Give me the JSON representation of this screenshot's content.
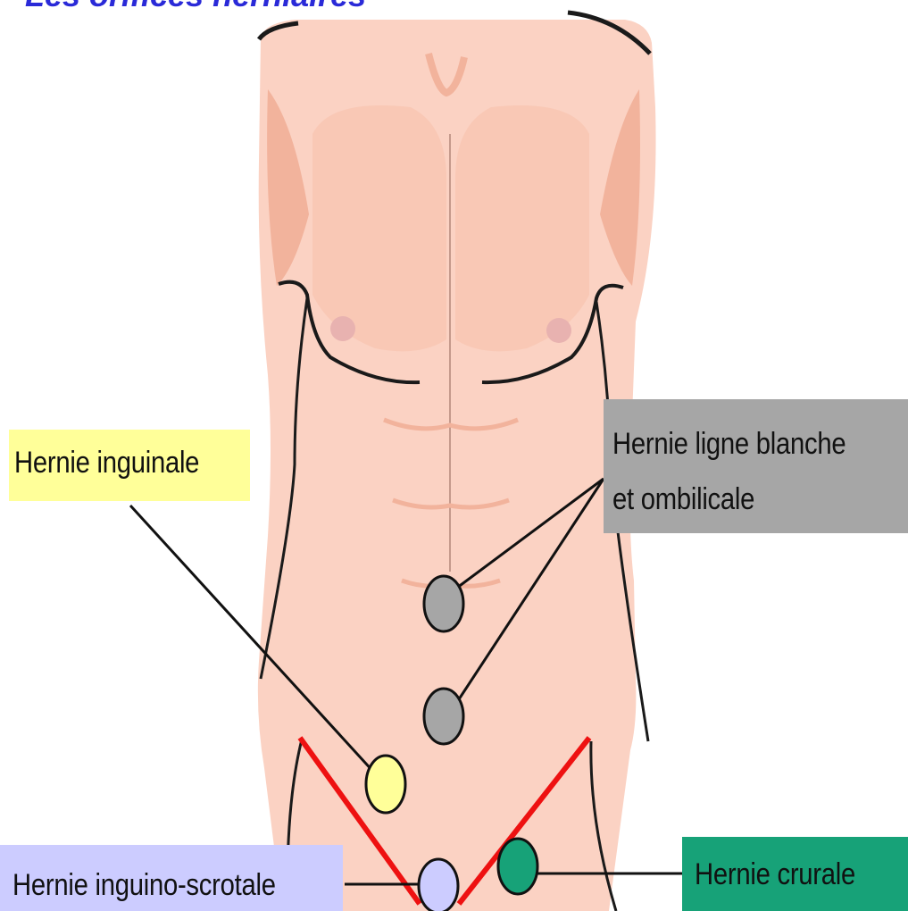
{
  "title": "Les orifices herniaires",
  "labels": {
    "inguinale": "Hernie inguinale",
    "ligne_blanche_line1": "Hernie ligne blanche",
    "ligne_blanche_line2": "et ombilicale",
    "inguino_scrotale": "Hernie inguino-scrotale",
    "crurale": "Hernie crurale"
  },
  "colors": {
    "skin": "#fbd2c3",
    "skin_shade": "#f2b39c",
    "outline": "#1a1a1a",
    "inguinal_ligament": "#ee1111",
    "inguinale": "#ffff99",
    "ligne_blanche": "#a6a6a6",
    "inguino_scrotale": "#ccccff",
    "crurale": "#17a278"
  }
}
